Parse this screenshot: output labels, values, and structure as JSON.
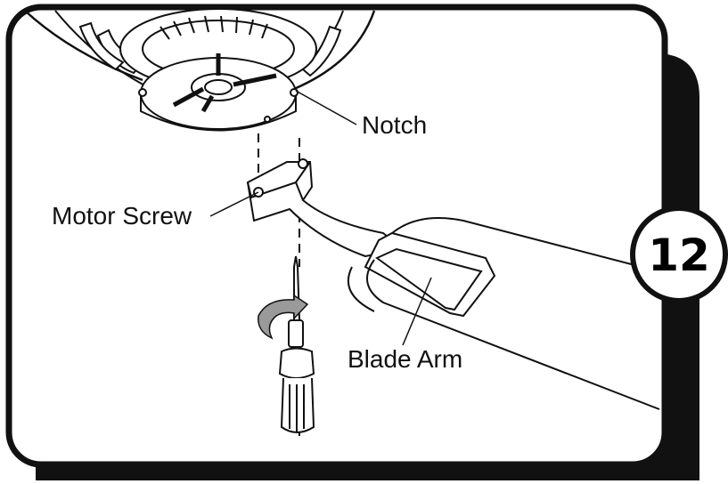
{
  "step_number": "12",
  "labels": {
    "notch": "Notch",
    "motor_screw": "Motor Screw",
    "blade_arm": "Blade Arm"
  },
  "colors": {
    "ink": "#111111",
    "panel_shadow": "#111111",
    "arrow_fill": "#9a9a9a",
    "background": "#ffffff"
  }
}
